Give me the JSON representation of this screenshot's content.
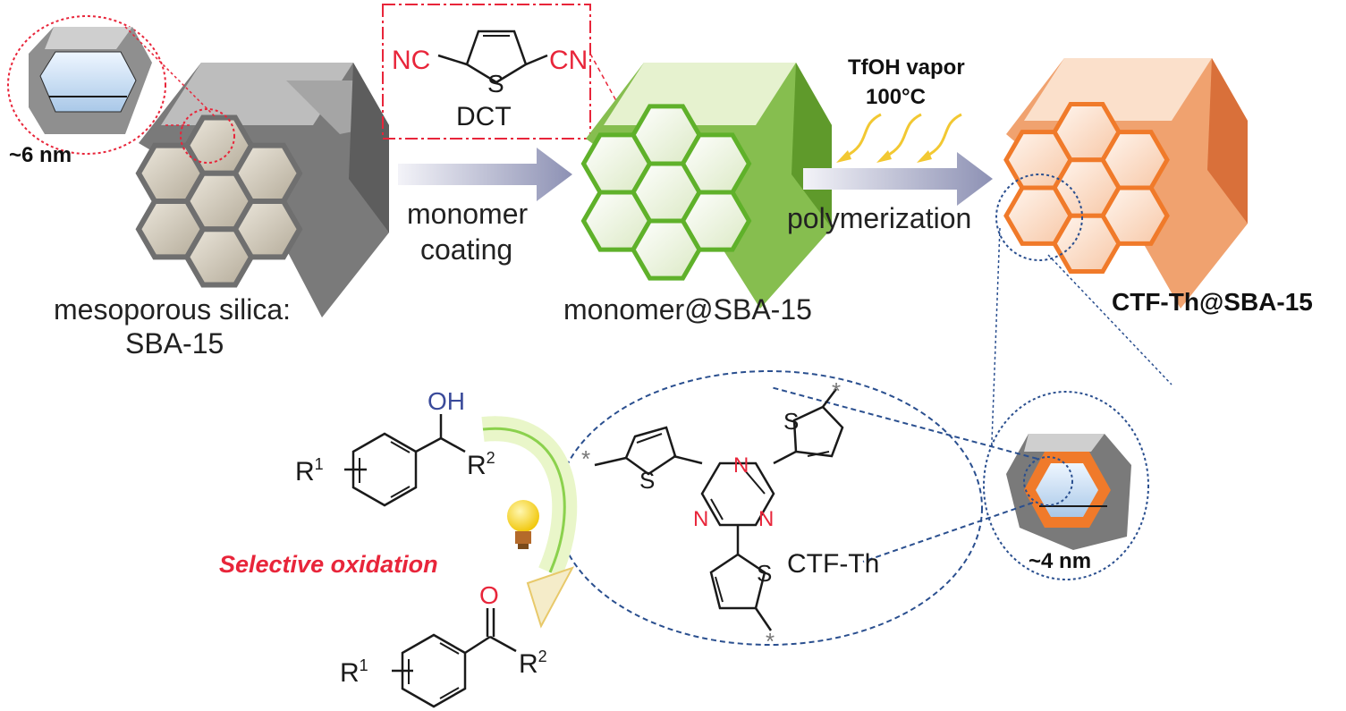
{
  "top": {
    "monomer_left_group": "NC",
    "monomer_right_group": "CN",
    "monomer_s": "S",
    "monomer_name": "DCT",
    "conditions_line1": "TfOH vapor",
    "conditions_line2": "100°C",
    "step1_line1": "monomer",
    "step1_line2": "coating",
    "step2": "polymerization",
    "sba_caption_line1": "mesoporous silica:",
    "sba_caption_line2": "SBA-15",
    "mid_caption": "monomer@SBA-15",
    "final_caption": "CTF-Th@SBA-15",
    "pore_left": "~6 nm",
    "pore_right": "~4 nm"
  },
  "bottom": {
    "oh": "OH",
    "r1_top": "R",
    "r1_top_sup": "1",
    "r2_top": "R",
    "r2_top_sup": "2",
    "r1_bottom": "R",
    "r1_bottom_sup": "1",
    "r2_bottom": "R",
    "r2_bottom_sup": "2",
    "carbonyl_o": "O",
    "reaction": "Selective oxidation",
    "ctf_name": "CTF-Th",
    "n_label": "N",
    "s_label": "S",
    "star": "*"
  },
  "colors": {
    "silica": "#8f8f8f",
    "silica_light": "#d9d9d9",
    "green": "#5fb12a",
    "orange": "#f07a2a",
    "red": "#e8253a",
    "blue_dash": "#2a4f8f",
    "arrow": "#9b9fbf"
  }
}
